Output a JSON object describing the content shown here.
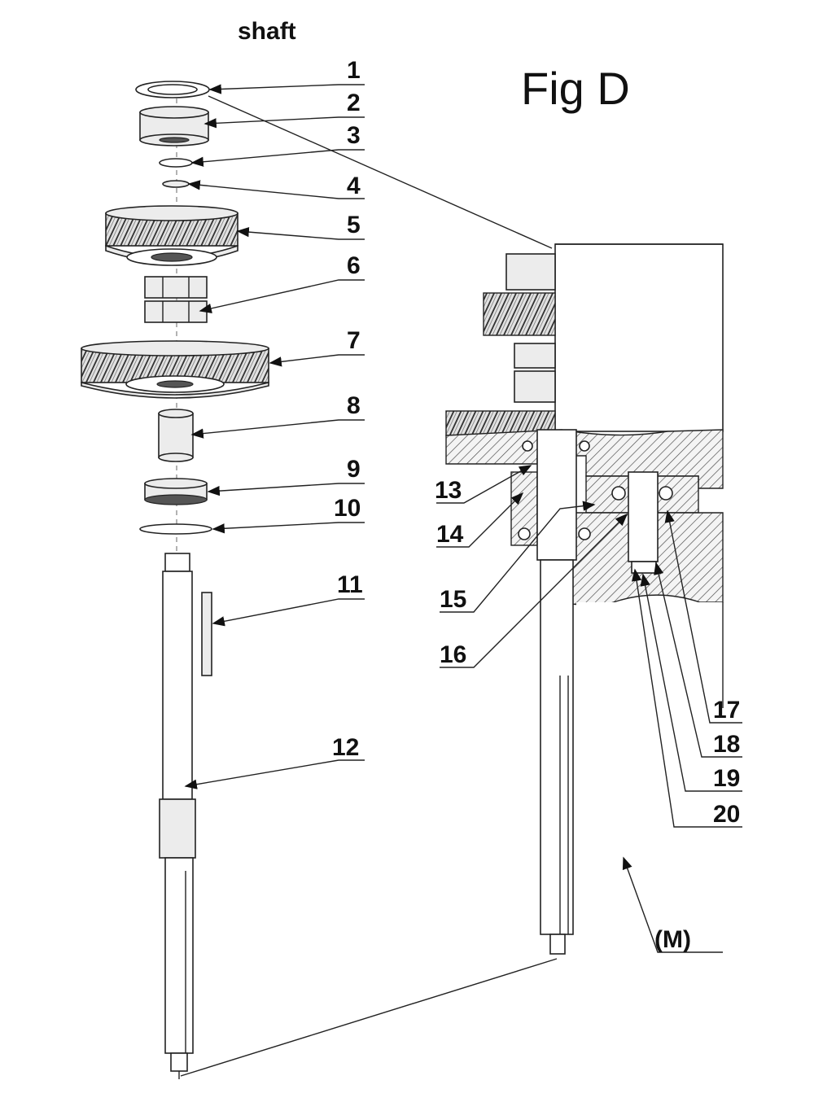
{
  "title": "shaft",
  "figure_label": "Fig D",
  "view_label": "(M)",
  "part_numbers": [
    "1",
    "2",
    "3",
    "4",
    "5",
    "6",
    "7",
    "8",
    "9",
    "10",
    "11",
    "12",
    "13",
    "14",
    "15",
    "16",
    "17",
    "18",
    "19",
    "20"
  ]
}
